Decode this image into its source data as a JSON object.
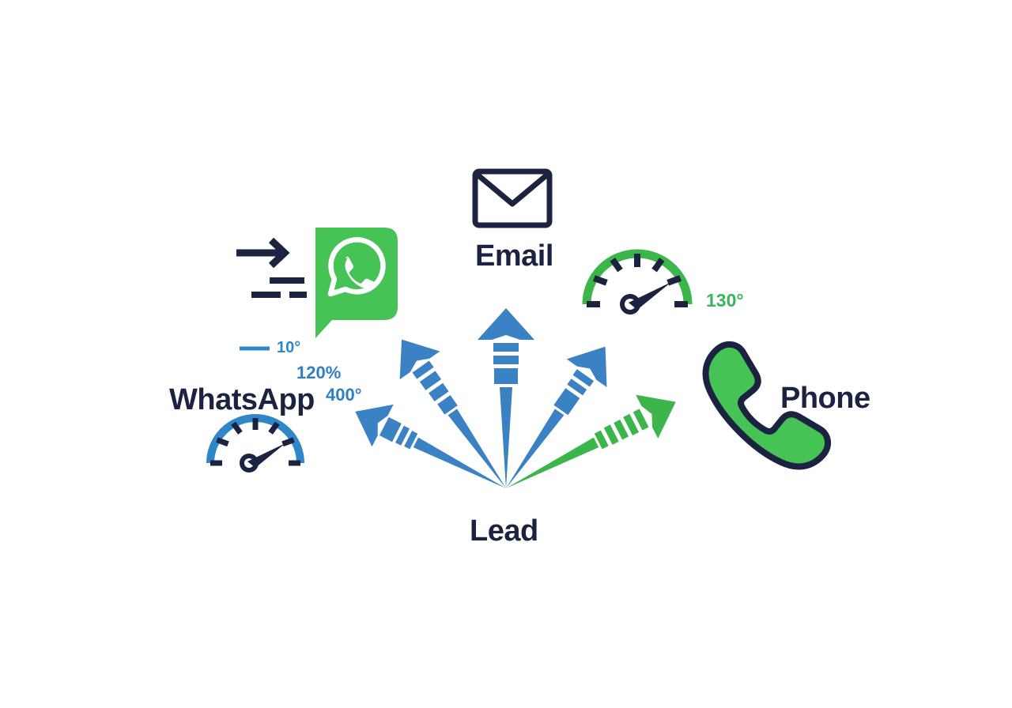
{
  "diagram": {
    "title_hidden": "",
    "center_node": {
      "label": "Lead"
    },
    "channels": [
      {
        "id": "whatsapp",
        "label": "WhatsApp",
        "icon": "whatsapp-icon",
        "accent": "#3cb54a"
      },
      {
        "id": "email",
        "label": "Email",
        "icon": "envelope-icon",
        "accent": "#1b2340"
      },
      {
        "id": "phone",
        "label": "Phone",
        "icon": "phone-handset-icon",
        "accent": "#3cb54a"
      }
    ],
    "metrics": [
      {
        "id": "m10",
        "value": "10°",
        "color": "#2f86c8",
        "has_leader_line": true
      },
      {
        "id": "m120",
        "value": "120%",
        "color": "#2f7fc4",
        "has_leader_line": false
      },
      {
        "id": "m400",
        "value": "400°",
        "color": "#2f7fc4",
        "has_leader_line": false
      },
      {
        "id": "m130",
        "value": "130°",
        "color": "#3cb45c",
        "has_leader_line": false
      }
    ],
    "gauges": [
      {
        "id": "gauge-blue",
        "color": "#2f86c8",
        "needle_color": "#1b2340",
        "reading_label": ""
      },
      {
        "id": "gauge-green",
        "color": "#3cb54a",
        "needle_color": "#1b2340",
        "reading_label": "130°"
      }
    ],
    "arrows": [
      {
        "id": "arrow-1",
        "color": "#3b82c4",
        "direction": "up-left-far",
        "dashes": 2
      },
      {
        "id": "arrow-2",
        "color": "#3b82c4",
        "direction": "up-left",
        "dashes": 3
      },
      {
        "id": "arrow-3",
        "color": "#3b82c4",
        "direction": "up",
        "dashes": 3
      },
      {
        "id": "arrow-4",
        "color": "#3b82c4",
        "direction": "up-right",
        "dashes": 2
      },
      {
        "id": "arrow-5",
        "color": "#3cb54a",
        "direction": "up-right-far",
        "dashes": 4
      }
    ],
    "colors": {
      "blue": "#3b82c4",
      "green": "#3cb54a",
      "navy": "#1b2340",
      "background": "#ffffff"
    },
    "send_icon": {
      "name": "send-motion-icon",
      "color": "#1b2340"
    }
  }
}
